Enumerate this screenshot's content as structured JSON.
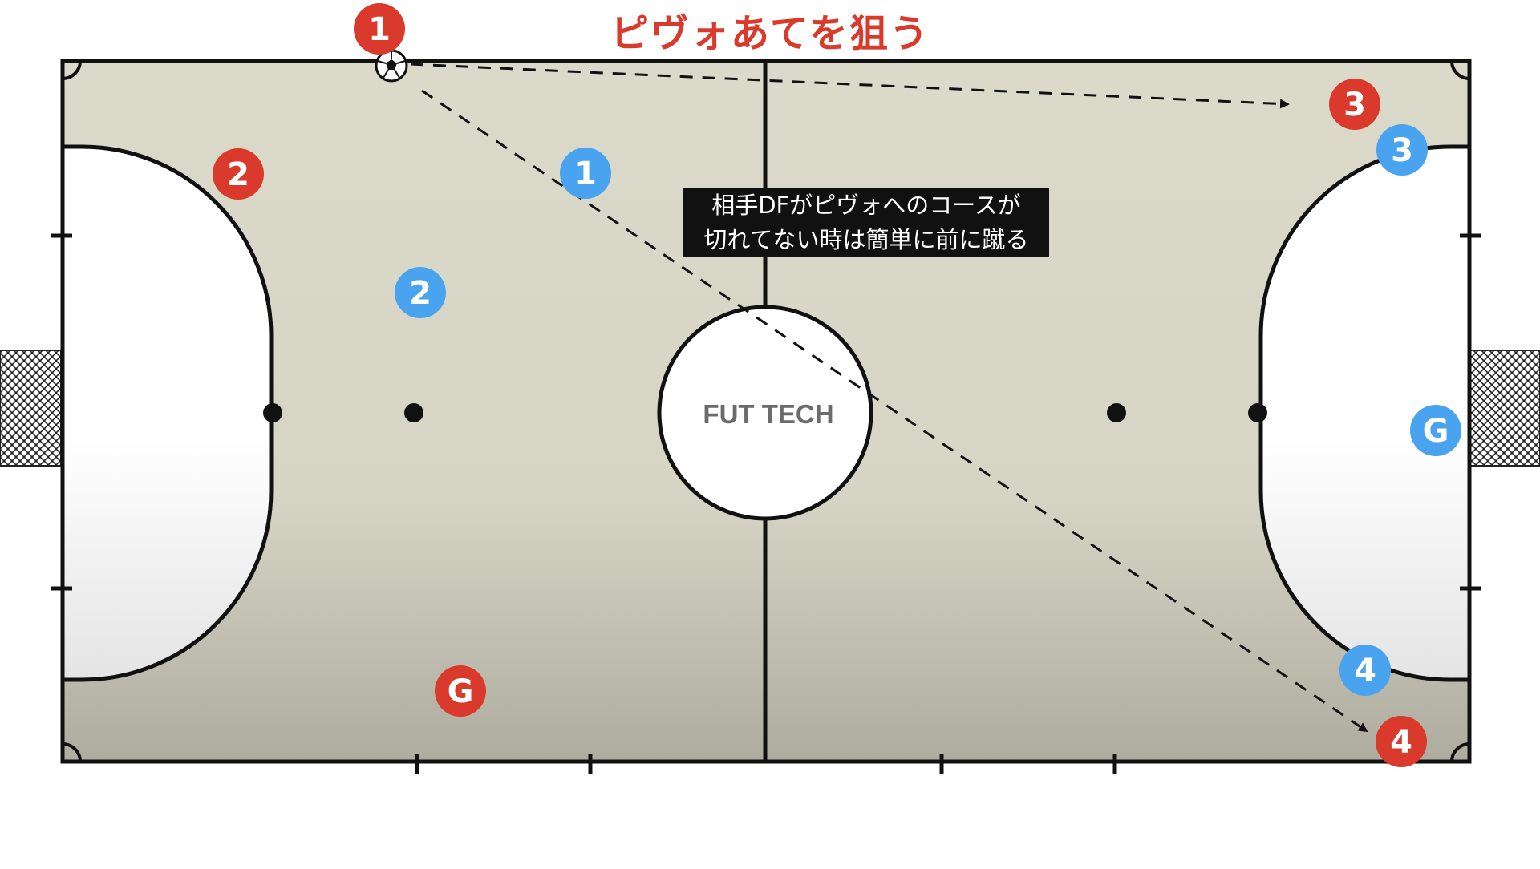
{
  "title": "ピヴォあてを狙う",
  "caption": {
    "line1": "相手DFがピヴォへのコースが",
    "line2": "切れてない時は簡単に前に蹴る"
  },
  "watermark": "FUT TECH",
  "colors": {
    "attack_team": "#d93a2b",
    "defense_team": "#4aa3ee",
    "court": "#d9d8c8",
    "court_bottom": "#b2b0a3",
    "lines": "#111111"
  },
  "players": {
    "attack": [
      {
        "label": "1",
        "team": "attack",
        "has_ball": true
      },
      {
        "label": "2",
        "team": "attack"
      },
      {
        "label": "3",
        "team": "attack"
      },
      {
        "label": "4",
        "team": "attack"
      },
      {
        "label": "G",
        "team": "attack"
      }
    ],
    "defense": [
      {
        "label": "1",
        "team": "defense"
      },
      {
        "label": "2",
        "team": "defense"
      },
      {
        "label": "3",
        "team": "defense"
      },
      {
        "label": "4",
        "team": "defense"
      },
      {
        "label": "G",
        "team": "defense"
      }
    ]
  },
  "passes": [
    {
      "from": "attack-1",
      "to": "attack-3",
      "style": "dashed-arrow"
    },
    {
      "from": "attack-1",
      "to": "attack-4",
      "style": "dashed-arrow"
    }
  ],
  "icons": [
    "soccer-ball-icon",
    "goal-net-icon"
  ]
}
